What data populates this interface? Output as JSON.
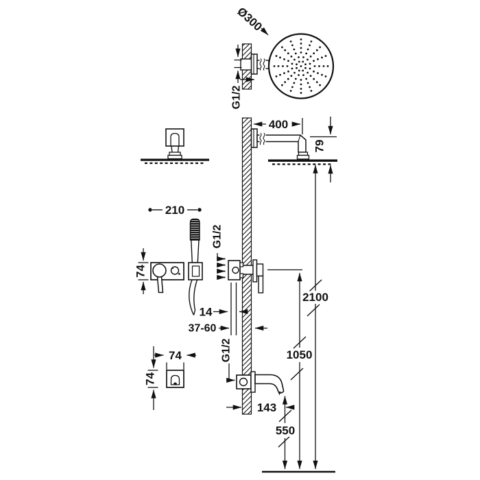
{
  "drawing": {
    "head": {
      "diameter": "Ø300",
      "thread": "G1/2"
    },
    "arm": {
      "length": "400",
      "drop": "79"
    },
    "mixer": {
      "spacing": "210",
      "trim_size": "74",
      "thread": "G1/2",
      "recess_min": "14",
      "recess_range": "37-60"
    },
    "spout": {
      "thread": "G1/2",
      "projection": "143",
      "trim_width": "74",
      "trim_height": "74"
    },
    "heights": {
      "overall": "2100",
      "mixer": "1050",
      "spout": "550"
    },
    "colors": {
      "ink": "#111111",
      "background": "#ffffff"
    }
  }
}
